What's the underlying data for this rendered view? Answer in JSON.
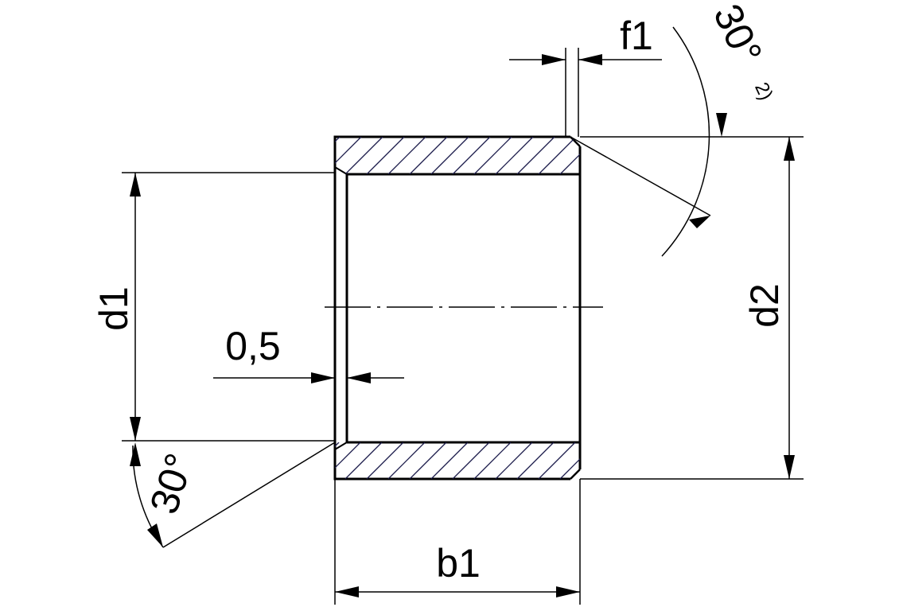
{
  "drawing": {
    "labels": {
      "f1": "f1",
      "angle_top": "30°",
      "angle_top_note": "2)",
      "d1": "d1",
      "d2": "d2",
      "chamfer": "0,5",
      "angle_bottom": "30°",
      "b1": "b1"
    },
    "colors": {
      "line": "#000000",
      "hatch": "#1a1a4a",
      "background": "#ffffff"
    }
  }
}
